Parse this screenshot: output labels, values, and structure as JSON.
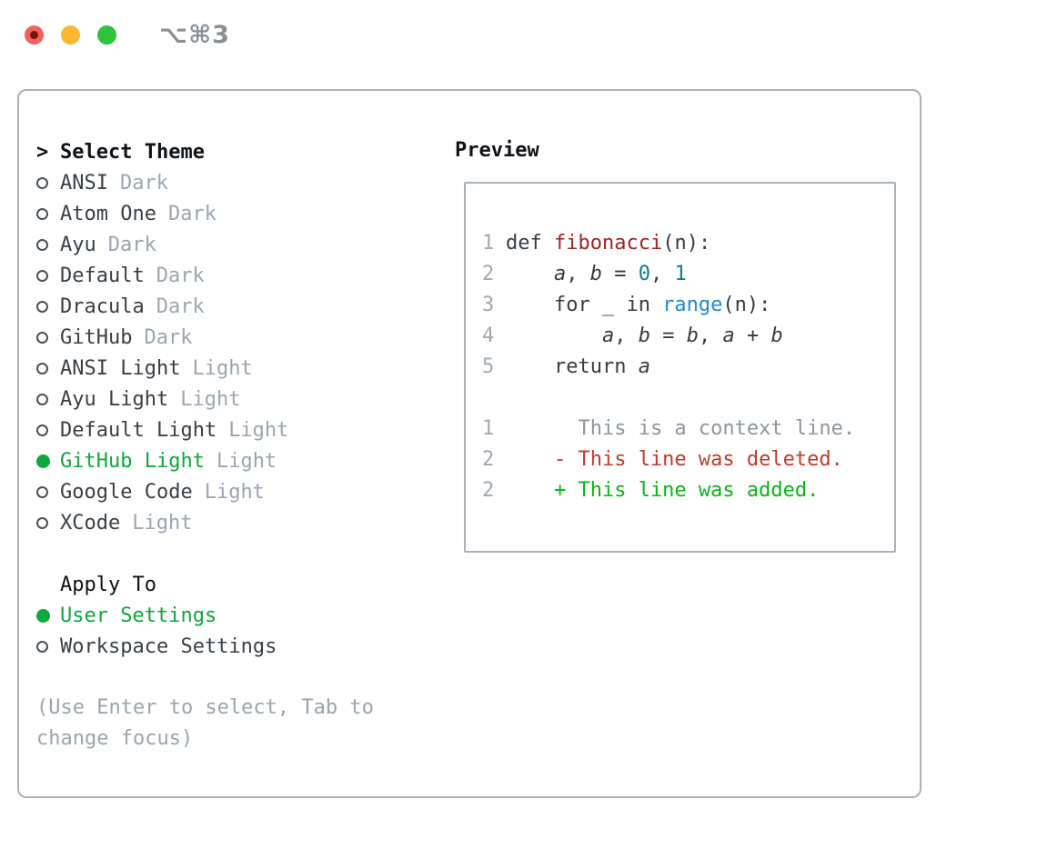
{
  "titlebar": {
    "title": "⌥⌘3"
  },
  "select_theme": {
    "prompt": ">",
    "title": "Select Theme",
    "items": [
      {
        "name": "ANSI",
        "variant": "Dark",
        "selected": false
      },
      {
        "name": "Atom One",
        "variant": "Dark",
        "selected": false
      },
      {
        "name": "Ayu",
        "variant": "Dark",
        "selected": false
      },
      {
        "name": "Default",
        "variant": "Dark",
        "selected": false
      },
      {
        "name": "Dracula",
        "variant": "Dark",
        "selected": false
      },
      {
        "name": "GitHub",
        "variant": "Dark",
        "selected": false
      },
      {
        "name": "ANSI Light",
        "variant": "Light",
        "selected": false
      },
      {
        "name": "Ayu Light",
        "variant": "Light",
        "selected": false
      },
      {
        "name": "Default Light",
        "variant": "Light",
        "selected": false
      },
      {
        "name": "GitHub Light",
        "variant": "Light",
        "selected": true
      },
      {
        "name": "Google Code",
        "variant": "Light",
        "selected": false
      },
      {
        "name": "XCode",
        "variant": "Light",
        "selected": false
      }
    ]
  },
  "apply_to": {
    "title": "Apply To",
    "options": [
      {
        "name": "User Settings",
        "selected": true
      },
      {
        "name": "Workspace Settings",
        "selected": false
      }
    ]
  },
  "hint": "(Use Enter to select, Tab to change focus)",
  "preview": {
    "title": "Preview",
    "lines": [
      {
        "num": "1",
        "segments": [
          {
            "text": "def ",
            "style": "plain"
          },
          {
            "text": "fibonacci",
            "style": "function"
          },
          {
            "text": "(n):",
            "style": "plain"
          }
        ]
      },
      {
        "num": "2",
        "segments": [
          {
            "text": "    ",
            "style": "plain"
          },
          {
            "text": "a",
            "style": "variable"
          },
          {
            "text": ", ",
            "style": "plain"
          },
          {
            "text": "b",
            "style": "variable"
          },
          {
            "text": " = ",
            "style": "plain"
          },
          {
            "text": "0",
            "style": "number"
          },
          {
            "text": ", ",
            "style": "plain"
          },
          {
            "text": "1",
            "style": "number"
          }
        ]
      },
      {
        "num": "3",
        "segments": [
          {
            "text": "    for _ in ",
            "style": "plain"
          },
          {
            "text": "range",
            "style": "builtin"
          },
          {
            "text": "(n):",
            "style": "plain"
          }
        ]
      },
      {
        "num": "4",
        "segments": [
          {
            "text": "        ",
            "style": "plain"
          },
          {
            "text": "a",
            "style": "variable"
          },
          {
            "text": ", ",
            "style": "plain"
          },
          {
            "text": "b",
            "style": "variable"
          },
          {
            "text": " = ",
            "style": "plain"
          },
          {
            "text": "b",
            "style": "variable"
          },
          {
            "text": ", ",
            "style": "plain"
          },
          {
            "text": "a",
            "style": "variable"
          },
          {
            "text": " + ",
            "style": "plain"
          },
          {
            "text": "b",
            "style": "variable"
          }
        ]
      },
      {
        "num": "5",
        "segments": [
          {
            "text": "    return ",
            "style": "plain"
          },
          {
            "text": "a",
            "style": "variable"
          }
        ]
      },
      {
        "num": "",
        "segments": []
      },
      {
        "num": "1",
        "segments": [
          {
            "text": "      This is a context line.",
            "style": "context"
          }
        ]
      },
      {
        "num": "2",
        "segments": [
          {
            "text": "    - This line was deleted.",
            "style": "deleted"
          }
        ]
      },
      {
        "num": "2",
        "segments": [
          {
            "text": "    + This line was added.",
            "style": "added"
          }
        ]
      }
    ]
  },
  "colors": {
    "selection_green": "#0fa83c",
    "added_green": "#07b516",
    "deleted_red": "#c13a2a",
    "function_red": "#a32222",
    "builtin_blue": "#1f8ccd",
    "number_teal": "#0d8080",
    "line_number_gray": "#9fa9b3",
    "muted_gray": "#9ba6b2",
    "panel_border": "#a9b1b9",
    "traffic_red": "#f4615c",
    "traffic_yellow": "#f9b82f",
    "traffic_green": "#2fc33e"
  }
}
